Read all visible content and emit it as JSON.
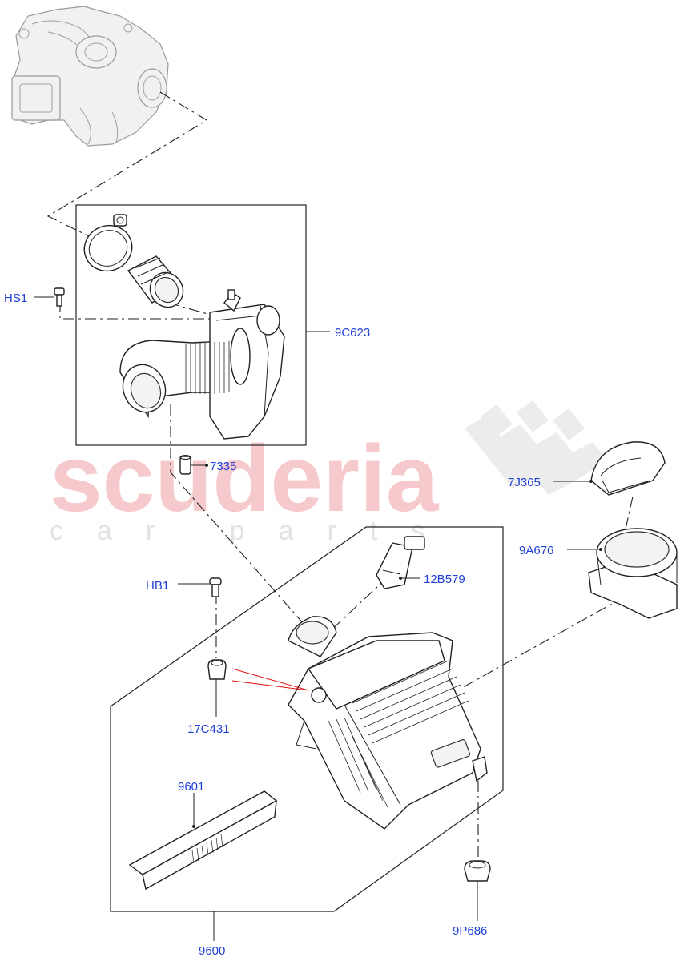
{
  "watermark": {
    "brand": "scuderia",
    "tagline": "car parts"
  },
  "callouts": {
    "hs1": "HS1",
    "p9c623": "9C623",
    "p7335": "7335",
    "p7j365": "7J365",
    "p9a676": "9A676",
    "hb1": "HB1",
    "p12b579": "12B579",
    "p17c431": "17C431",
    "p9601": "9601",
    "p9600": "9600",
    "p9p686": "9P686"
  },
  "colors": {
    "callout_text": "#1f3fd6",
    "watermark_brand": "#f6c9cc",
    "highlight_leader": "#e01010"
  }
}
